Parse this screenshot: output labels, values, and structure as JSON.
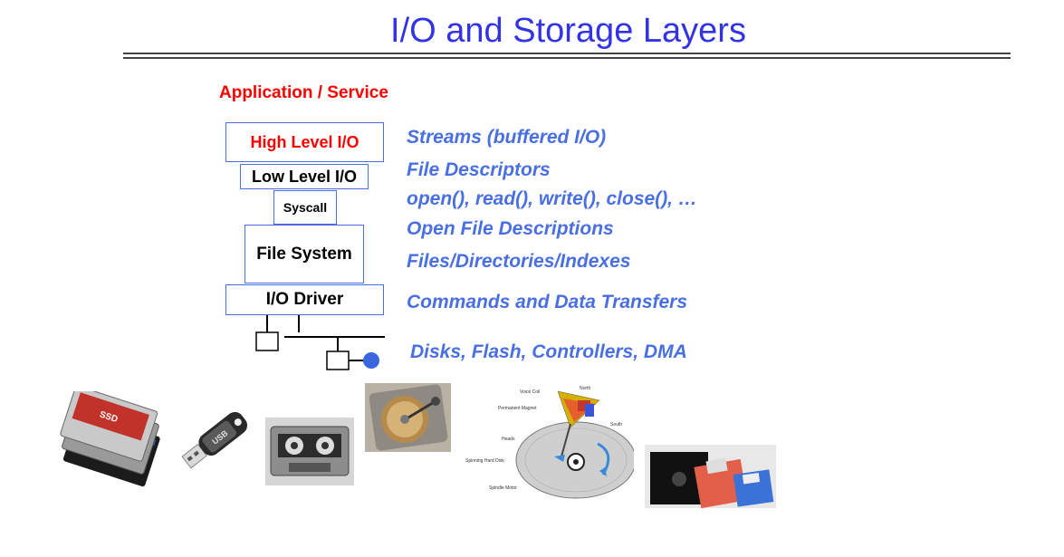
{
  "slide": {
    "title": "I/O and Storage Layers",
    "app_label": "Application / Service"
  },
  "layers": {
    "high_level": "High Level I/O",
    "low_level": "Low Level I/O",
    "syscall": "Syscall",
    "file_system": "File System",
    "driver": "I/O Driver"
  },
  "descriptions": {
    "streams": "Streams (buffered I/O)",
    "file_descriptors": "File Descriptors",
    "calls": "open(), read(), write(), close(), …",
    "open_files": "Open File Descriptions",
    "files": "Files/Directories/Indexes",
    "commands": "Commands and Data Transfers",
    "devices": "Disks, Flash, Controllers, DMA"
  },
  "diagram_labels": {
    "voice_coil": "Voice Coil",
    "north": "North",
    "permanent_magnet": "Permanent Magnet",
    "south": "South",
    "heads": "Heads",
    "spinning_disk": "Spinning Hard Disk",
    "spindle_motor": "Spindle Motor"
  },
  "ssd_label": "SSD",
  "usb_label": "USB",
  "colors": {
    "title": "#3333e6",
    "accent_red": "#ff0000",
    "description_blue": "#4a6fe3",
    "box_border": "#4a6fe3"
  }
}
